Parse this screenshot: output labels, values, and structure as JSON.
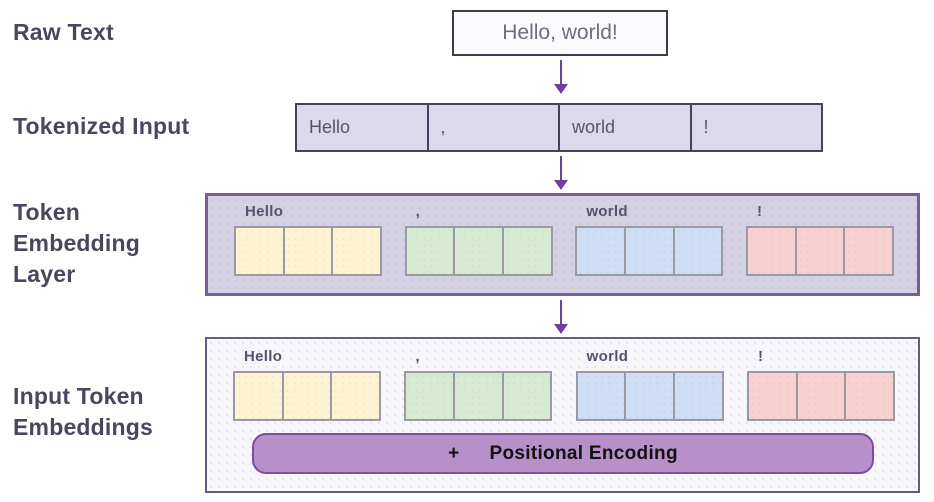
{
  "palette": {
    "label-color": "#4b4560",
    "arrow": "#6b3fa3",
    "box-border-dark": "#3e3954",
    "raw-box-bg": "#fbfbfe",
    "raw-text-color": "#6e6e80",
    "token-row-bg": "#dcd9ec",
    "token-row-border": "#474060",
    "token-text-color": "#54546c",
    "tel-box-bg": "#d4d1e3",
    "tel-box-border": "#7a5aa2",
    "ite-box-bg": "#f7f6fb",
    "ite-box-border": "#66598c",
    "group-label-color": "#575170",
    "cell-border": "#9b99a3",
    "token-yellow": "#fdf4d4",
    "token-green": "#d7ebd2",
    "token-blue": "#cddef6",
    "token-pink": "#f7d0d1",
    "pe-bar-bg": "#b78fc9",
    "pe-bar-border": "#7b4da0",
    "pe-text-color": "#111111"
  },
  "stage_labels": {
    "raw_text": "Raw Text",
    "tokenized_input": "Tokenized Input",
    "token_embedding_layer": "Token Embedding Layer",
    "input_token_embeddings": "Input Token Embeddings"
  },
  "raw_text_box": {
    "text": "Hello, world!"
  },
  "tokens": [
    "Hello",
    ",",
    "world",
    "!"
  ],
  "embedding": {
    "cells_per_token": 3
  },
  "positional_encoding": {
    "plus": "+",
    "label": "Positional Encoding"
  }
}
